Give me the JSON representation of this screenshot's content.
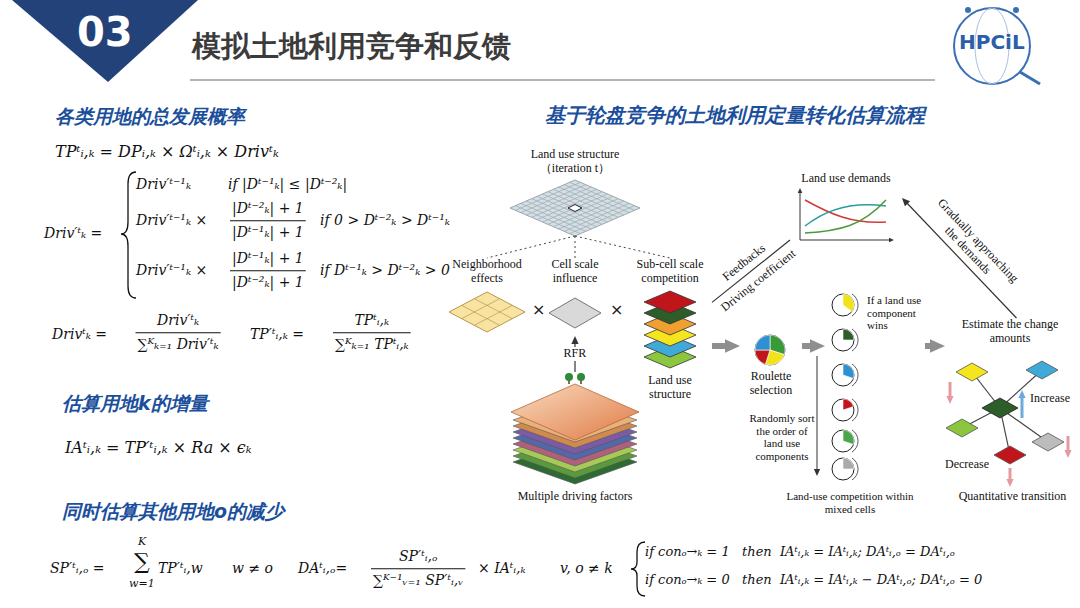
{
  "diagram": {
    "title": "模拟土地利用竞争和反馈",
    "nodes": [
      {
        "text": [
          "Land use structure （iteration t）"
        ]
      },
      {
        "text": [
          "Neighborhood effects"
        ]
      },
      {
        "text": [
          "Cell scale influence"
        ]
      },
      {
        "text": [
          "Multiple driving factors"
        ]
      },
      {
        "text": [
          "Sub-cell scale competition",
          "Land use structure"
        ]
      },
      {
        "text": [
          "Land use demands"
        ]
      },
      {
        "text": [
          "Roulette selection"
        ]
      },
      {
        "text": [
          "If a land use component wins"
        ]
      },
      {
        "text": [
          "Estimate the change amounts",
          "Increase",
          "Decrease",
          "Quantitative transition"
        ]
      }
    ],
    "edges": [
      {
        "from": 0,
        "to": 1,
        "arrow": "none"
      },
      {
        "from": 0,
        "to": 2,
        "arrow": "none"
      },
      {
        "from": 0,
        "to": 4,
        "arrow": "none"
      },
      {
        "from": 3,
        "to": 2,
        "label": "RFR",
        "arrow": "to"
      },
      {
        "from": 4,
        "to": 5,
        "label": "Feedbacks",
        "arrow": "none"
      },
      {
        "from": 8,
        "to": 5,
        "label": "Gradually approaching the demands",
        "arrow": "to"
      },
      {
        "from": 4,
        "to": 6,
        "arrow": "to"
      },
      {
        "from": 6,
        "to": 7,
        "arrow": "to"
      },
      {
        "from": 7,
        "to": 8,
        "arrow": "to"
      }
    ],
    "labels": [
      "03",
      "HPCiL",
      "各类用地的总发展概率",
      "TPᵗᵢ,ₖ = DPᵢ,ₖ × Ωᵗᵢ,ₖ × Drivᵗₖ",
      "Driv′ᵗₖ =",
      "Driv′ᵗ⁻¹ₖ",
      "if |Dᵗ⁻¹ₖ| ≤ |Dᵗ⁻²ₖ|",
      "Driv′ᵗ⁻¹ₖ ×",
      "|Dᵗ⁻²ₖ| + 1",
      "|Dᵗ⁻¹ₖ| + 1",
      "if 0 > Dᵗ⁻²ₖ > Dᵗ⁻¹ₖ",
      "Driv′ᵗ⁻¹ₖ ×",
      "|Dᵗ⁻¹ₖ| + 1",
      "|Dᵗ⁻²ₖ| + 1",
      "if Dᵗ⁻¹ₖ > Dᵗ⁻²ₖ > 0",
      "Drivᵗₖ =",
      "Driv′ᵗₖ",
      "∑ᴷₖ₌₁ Driv′ᵗₖ",
      "TP′ᵗᵢ,ₖ =",
      "TPᵗᵢ,ₖ",
      "∑ᴷₖ₌₁ TPᵗᵢ,ₖ",
      "估算用地k的增量",
      "IAᵗᵢ,ₖ = TP′ᵗᵢ,ₖ × Ra × ϵₖ",
      "同时估算其他用地o的减少",
      "SP′ᵗᵢ,ₒ =",
      "K",
      "∑",
      "w=1",
      "TP′ᵗᵢ,w",
      "w ≠ o",
      "DAᵗᵢ,ₒ=",
      "SP′ᵗᵢ,ₒ",
      "∑ᴷ⁻¹ᵥ₌₁ SP′ᵗᵢ,ᵥ",
      "× IAᵗᵢ,ₖ",
      "v, o ≠ k",
      "if conₒ→ₖ = 1   then  IAᵗᵢ,ₖ = IAᵗᵢ,ₖ; DAᵗᵢ,ₒ = DAᵗᵢ,ₒ",
      "if conₒ→ₖ = 0   then  IAᵗᵢ,ₖ = IAᵗᵢ,ₖ − DAᵗᵢ,ₒ; DAᵗᵢ,ₒ = 0",
      "基于轮盘竞争的土地利用定量转化估算流程",
      "×",
      "×",
      "Driving coefficient",
      "Randomly sort the order of land use components",
      "Land-use competition within mixed cells"
    ]
  }
}
